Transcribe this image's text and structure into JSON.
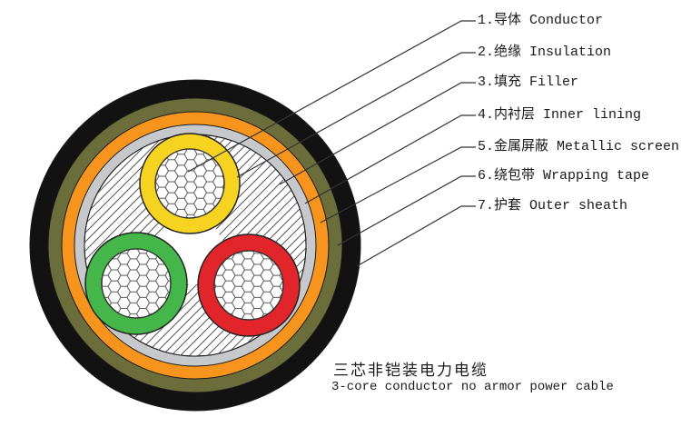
{
  "colors": {
    "outer_sheath": "#121212",
    "wrapping_tape": "#6b6d3a",
    "metallic_screen": "#f7941e",
    "inner_lining": "#c7c8cb",
    "white": "#ffffff",
    "hatch_line": "#555555",
    "hex_line": "#555555",
    "insulation_yellow": "#f6d321",
    "insulation_green": "#45b64a",
    "insulation_red": "#e2242b"
  },
  "labels": [
    {
      "text": "1.导体 Conductor"
    },
    {
      "text": "2.绝缘 Insulation"
    },
    {
      "text": "3.填充 Filler"
    },
    {
      "text": "4.内衬层 Inner lining"
    },
    {
      "text": "5.金属屏蔽 Metallic screen"
    },
    {
      "text": "6.绕包带 Wrapping tape"
    },
    {
      "text": "7.护套 Outer sheath"
    }
  ],
  "caption": {
    "zh": "三芯非铠装电力电缆",
    "en": "3-core conductor no armor power cable"
  }
}
